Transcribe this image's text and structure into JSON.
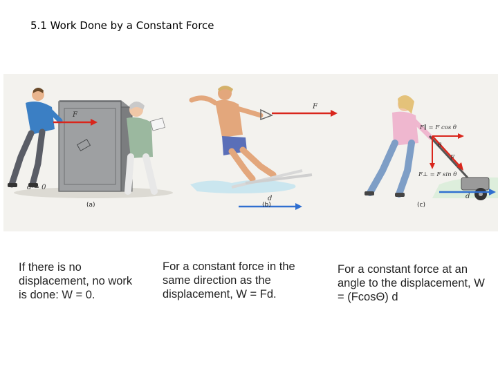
{
  "slide": {
    "title": "5.1 Work Done by a Constant Force"
  },
  "figure": {
    "panel_a": {
      "label": "(a)",
      "force_label": "F",
      "displacement_label": "d = 0"
    },
    "panel_b": {
      "label": "(b)",
      "force_label": "F",
      "displacement_label": "d"
    },
    "panel_c": {
      "label": "(c)",
      "parallel_label": "F∥ = F cos θ",
      "perp_label": "F⊥ = F sin θ",
      "force_label": "F",
      "theta_label": "θ",
      "displacement_label": "d"
    }
  },
  "captions": [
    "If there is no displacement, no work is done: W = 0.",
    "For a constant force in the same direction as the displacement, W = Fd.",
    "For a constant force at an angle to the displacement, W = (FcosΘ) d"
  ],
  "colors": {
    "force_arrow": "#d9261c",
    "displacement_arrow": "#2f6fd0",
    "figure_bg": "#f3f2ee"
  }
}
